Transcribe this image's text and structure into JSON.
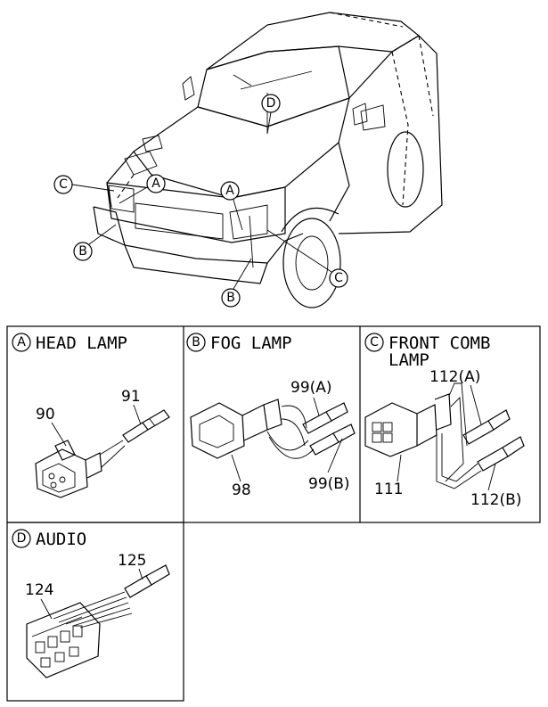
{
  "callouts": {
    "a": "A",
    "b": "B",
    "c": "C",
    "d": "D"
  },
  "panels": {
    "head_lamp": {
      "letter": "A",
      "title": "HEAD LAMP",
      "parts": [
        "90",
        "91"
      ]
    },
    "fog_lamp": {
      "letter": "B",
      "title": "FOG LAMP",
      "parts": [
        "98",
        "99(A)",
        "99(B)"
      ]
    },
    "front_comb_lamp": {
      "letter": "C",
      "title_line1": "FRONT COMB",
      "title_line2": "LAMP",
      "parts": [
        "111",
        "112(A)",
        "112(B)"
      ]
    },
    "audio": {
      "letter": "D",
      "title": "AUDIO",
      "parts": [
        "124",
        "125"
      ]
    }
  }
}
